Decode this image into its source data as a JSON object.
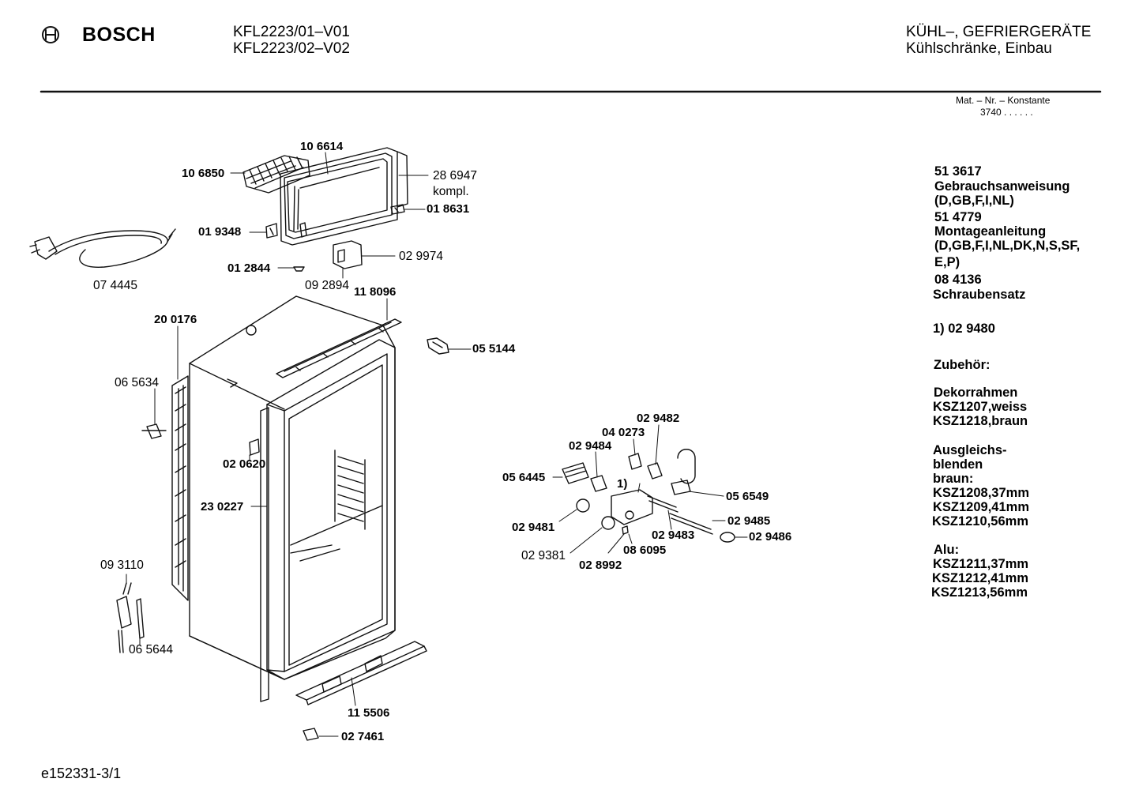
{
  "header": {
    "brand": "BOSCH",
    "models": [
      "KFL2223/01–V01",
      "KFL2223/02–V02"
    ],
    "category": "KÜHL–, GEFRIERGERÄTE",
    "subcategory": "Kühlschränke, Einbau",
    "mat_label": "Mat. – Nr. – Konstante",
    "mat_value": "3740 .  .  .  .  .  ."
  },
  "sidebar": {
    "doc1_nr": "51 3617",
    "doc1_name": "Gebrauchsanweisung",
    "doc1_langs": "(D,GB,F,I,NL)",
    "doc2_nr": "51 4779",
    "doc2_name": "Montageanleitung",
    "doc2_langs_1": "(D,GB,F,I,NL,DK,N,S,SF,",
    "doc2_langs_2": "E,P)",
    "doc3_nr": "08 4136",
    "doc3_name": "Schraubensatz",
    "footnote": "1)  02 9480",
    "zubehoer": "Zubehör:",
    "deko_title": "Dekorrahmen",
    "deko_1": "KSZ1207,weiss",
    "deko_2": "KSZ1218,braun",
    "ausg_1": "Ausgleichs-",
    "ausg_2": "blenden",
    "ausg_3": "braun:",
    "braun_1": "KSZ1208,37mm",
    "braun_2": "KSZ1209,41mm",
    "braun_3": "KSZ1210,56mm",
    "alu_title": "Alu:",
    "alu_1": "KSZ1211,37mm",
    "alu_2": "KSZ1212,41mm",
    "alu_3": "KSZ1213,56mm"
  },
  "parts": {
    "p106614": "10 6614",
    "p106850": "10 6850",
    "p286947": "28 6947",
    "kompl": "kompl.",
    "p019348": "01 9348",
    "p018631": "01 8631",
    "p029974": "02 9974",
    "p012844": "01 2844",
    "p092894": "09 2894",
    "p074445": "07 4445",
    "p118096": "11 8096",
    "p200176": "20 0176",
    "p055144": "05 5144",
    "p065634": "06 5634",
    "p020620": "02 0620",
    "p230227": "23 0227",
    "p093110": "09 3110",
    "p065644": "06 5644",
    "p115506": "11 5506",
    "p027461": "02 7461",
    "p029482": "02 9482",
    "p040273": "04 0273",
    "p029484": "02 9484",
    "p056445": "05 6445",
    "fn1": "1)",
    "p056549": "05 6549",
    "p029485": "02 9485",
    "p029481": "02 9481",
    "p029483": "02 9483",
    "p029486": "02 9486",
    "p086095": "08 6095",
    "p029381": "02 9381",
    "p028992": "02 8992"
  },
  "footer": {
    "drawing_id": "e152331-3/1"
  }
}
